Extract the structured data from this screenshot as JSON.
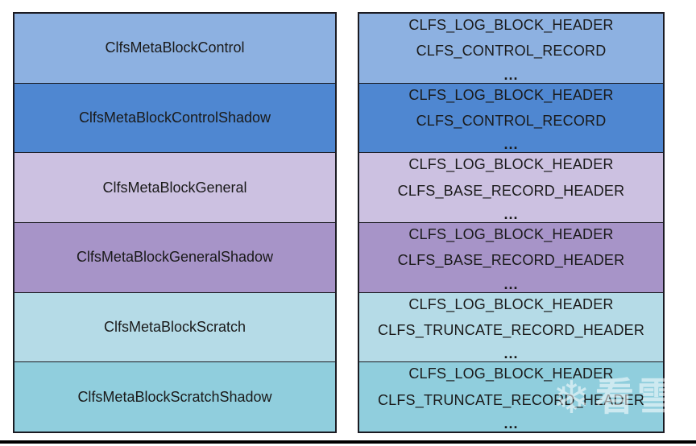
{
  "diagram": {
    "left_column": {
      "rows": [
        {
          "label": "ClfsMetaBlockControl",
          "bg": "#8db1e1"
        },
        {
          "label": "ClfsMetaBlockControlShadow",
          "bg": "#4f87d1"
        },
        {
          "label": "ClfsMetaBlockGeneral",
          "bg": "#ccc1e1"
        },
        {
          "label": "ClfsMetaBlockGeneralShadow",
          "bg": "#a794c8"
        },
        {
          "label": "ClfsMetaBlockScratch",
          "bg": "#b5dbe7"
        },
        {
          "label": "ClfsMetaBlockScratchShadow",
          "bg": "#90cedd"
        }
      ]
    },
    "right_column": {
      "rows": [
        {
          "line1": "CLFS_LOG_BLOCK_HEADER",
          "line2": "CLFS_CONTROL_RECORD",
          "line3": "...",
          "bg": "#8db1e1"
        },
        {
          "line1": "CLFS_LOG_BLOCK_HEADER",
          "line2": "CLFS_CONTROL_RECORD",
          "line3": "...",
          "bg": "#4f87d1"
        },
        {
          "line1": "CLFS_LOG_BLOCK_HEADER",
          "line2": "CLFS_BASE_RECORD_HEADER",
          "line3": "...",
          "bg": "#ccc1e1"
        },
        {
          "line1": "CLFS_LOG_BLOCK_HEADER",
          "line2": "CLFS_BASE_RECORD_HEADER",
          "line3": "...",
          "bg": "#a794c8"
        },
        {
          "line1": "CLFS_LOG_BLOCK_HEADER",
          "line2": "CLFS_TRUNCATE_RECORD_HEADER",
          "line3": "...",
          "bg": "#b5dbe7"
        },
        {
          "line1": "CLFS_LOG_BLOCK_HEADER",
          "line2": "CLFS_TRUNCATE_RECORD_HEADER",
          "line3": "...",
          "bg": "#90cedd"
        }
      ]
    },
    "border_color": "#1b1b22",
    "text_color": "#1a1a1a"
  },
  "watermark": {
    "snowflake_glyph": "❄",
    "text": "看雪",
    "color": "#ffffff"
  },
  "footer": {
    "rule_color": "#000000"
  }
}
